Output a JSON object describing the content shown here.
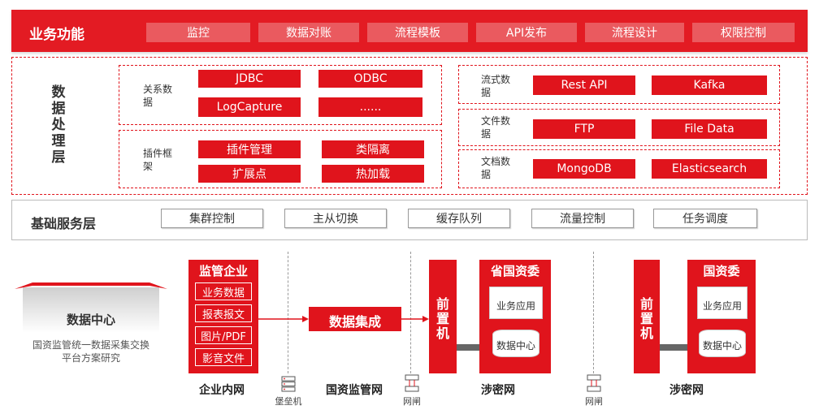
{
  "business": {
    "title": "业务功能",
    "items": [
      "监控",
      "数据对账",
      "流程模板",
      "API发布",
      "流程设计",
      "权限控制"
    ]
  },
  "processing": {
    "title": "数据处理层",
    "relational": {
      "label": "关系数据",
      "items": [
        "JDBC",
        "ODBC",
        "LogCapture",
        "......"
      ]
    },
    "plugin": {
      "label": "插件框架",
      "items": [
        "插件管理",
        "类隔离",
        "扩展点",
        "热加载"
      ]
    },
    "stream": {
      "label": "流式数据",
      "items": [
        "Rest API",
        "Kafka"
      ]
    },
    "file": {
      "label": "文件数据",
      "items": [
        "FTP",
        "File Data"
      ]
    },
    "document": {
      "label": "文档数据",
      "items": [
        "MongoDB",
        "Elasticsearch"
      ]
    }
  },
  "base": {
    "title": "基础服务层",
    "items": [
      "集群控制",
      "主从切换",
      "缓存队列",
      "流量控制",
      "任务调度"
    ]
  },
  "bottom": {
    "datacenter": {
      "title": "数据中心",
      "desc_line1": "国资监管统一数据采集交换",
      "desc_line2": "平台方案研究"
    },
    "enterprise": {
      "title": "监管企业",
      "items": [
        "业务数据",
        "报表报文",
        "图片/PDF",
        "影音文件"
      ]
    },
    "integration": "数据集成",
    "front1": "前置机",
    "front2": "前置机",
    "province": {
      "title": "省国资委",
      "app": "业务应用",
      "dc": "数据中心"
    },
    "national": {
      "title": "国资委",
      "app": "业务应用",
      "dc": "数据中心"
    },
    "zones": {
      "intranet": "企业内网",
      "supervision": "国资监管网",
      "secret1": "涉密网",
      "secret2": "涉密网"
    },
    "devices": {
      "bastion": "堡垒机",
      "gate1": "网闸",
      "gate2": "网闸"
    }
  },
  "colors": {
    "brand_red": "#e0141c",
    "light_red": "#ea5a5f"
  }
}
